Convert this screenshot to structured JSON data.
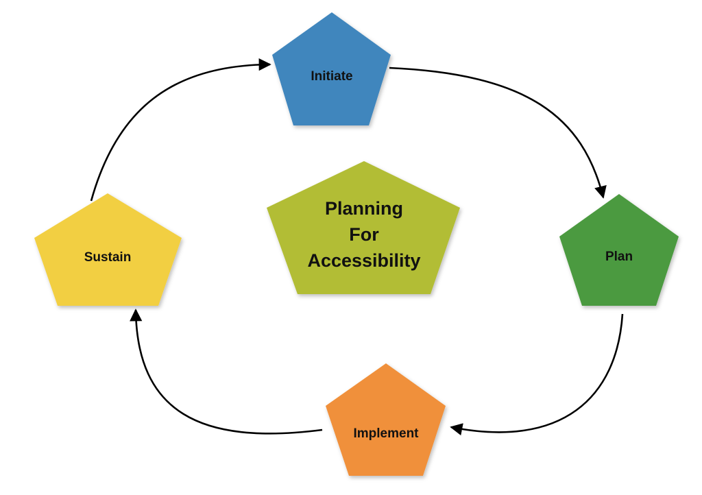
{
  "center": {
    "lines": [
      "Planning",
      "For",
      "Accessibility"
    ],
    "color": "#b2bd35"
  },
  "stages": {
    "initiate": {
      "label": "Initiate",
      "color": "#3f86bd"
    },
    "plan": {
      "label": "Plan",
      "color": "#4b9a3f"
    },
    "implement": {
      "label": "Implement",
      "color": "#f0903a"
    },
    "sustain": {
      "label": "Sustain",
      "color": "#f2cf43"
    }
  },
  "arrow_color": "#000000"
}
